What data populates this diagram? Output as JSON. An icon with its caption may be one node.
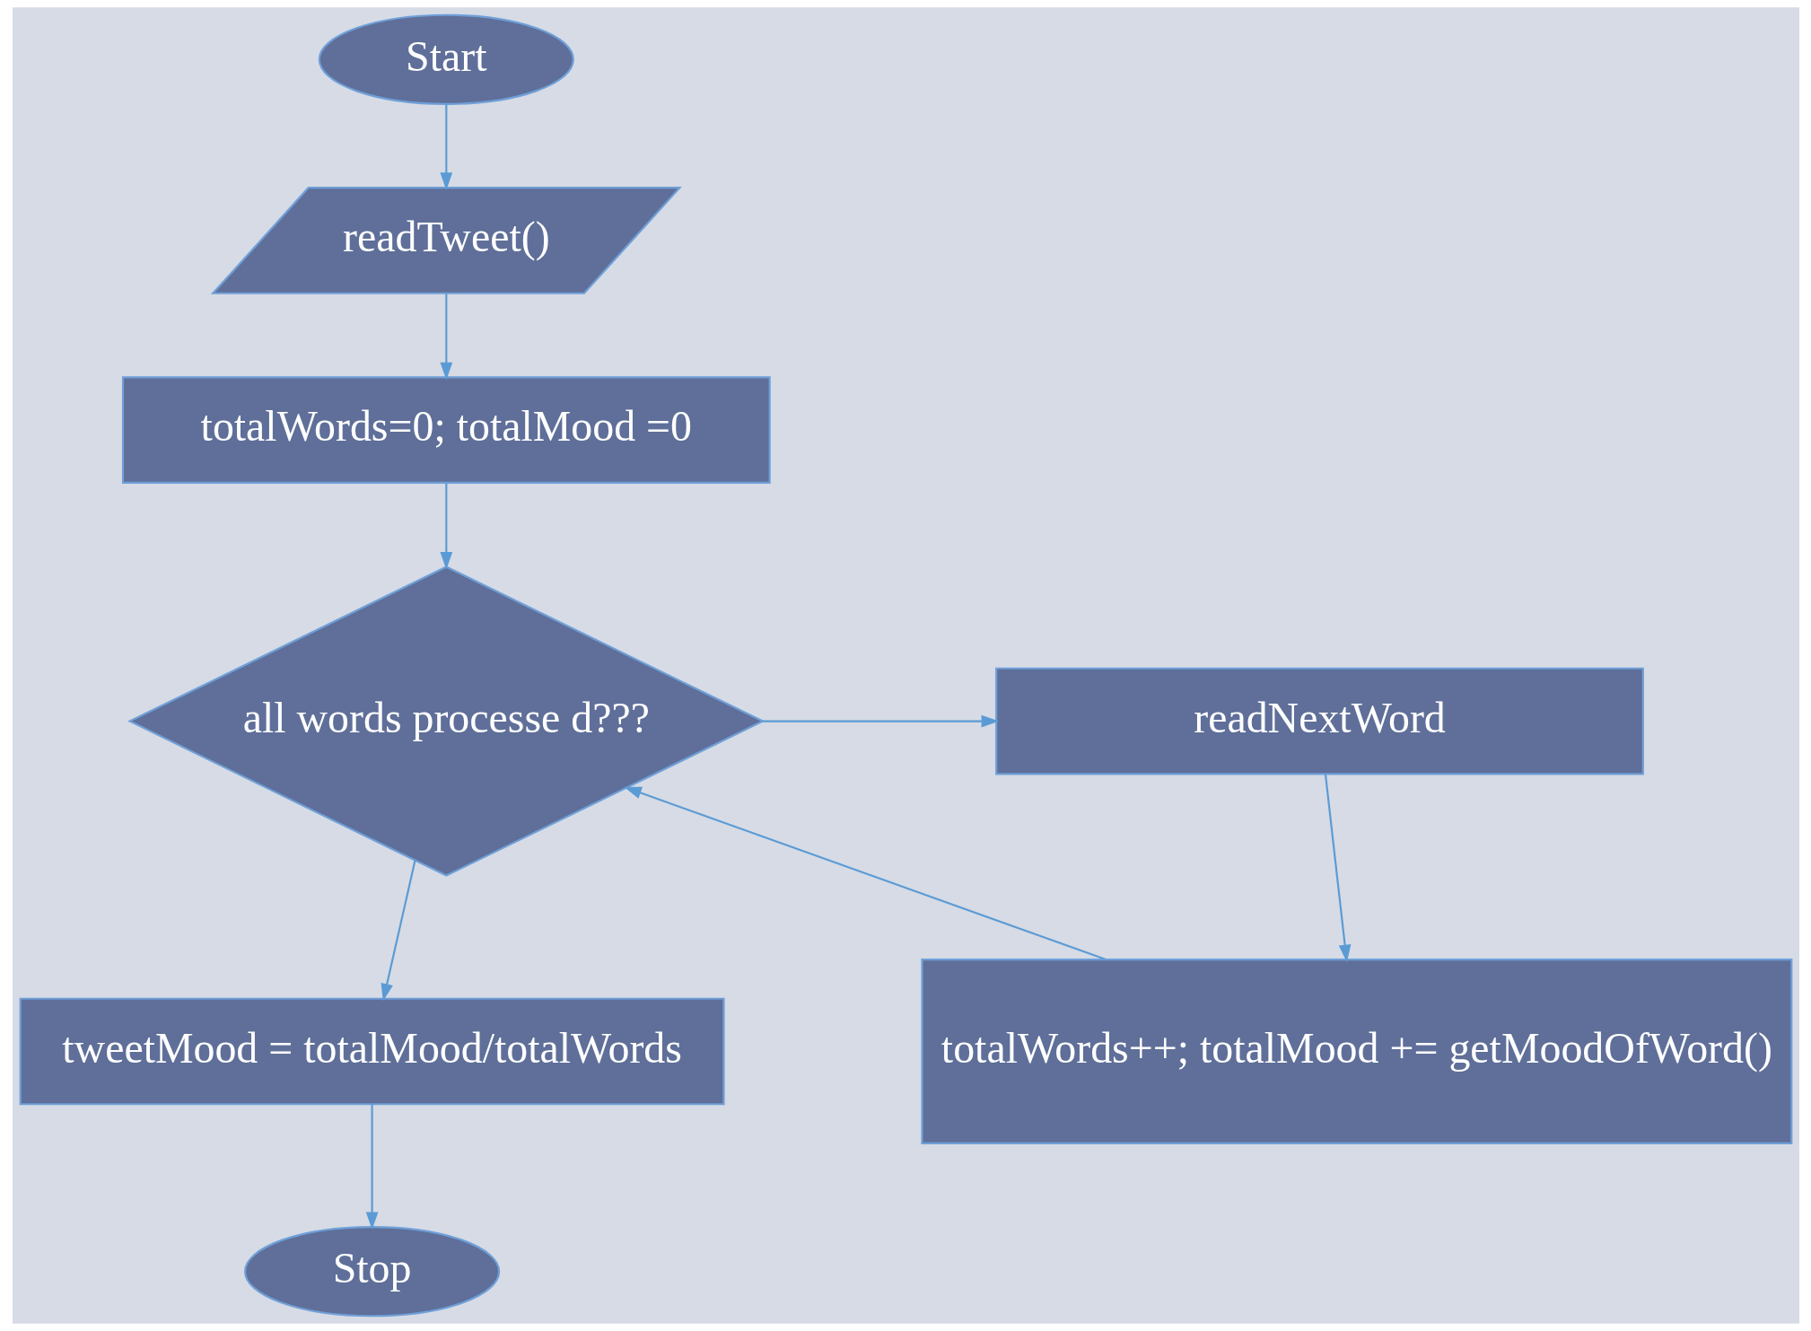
{
  "diagram": {
    "nodes": [
      {
        "text": [
          "Start"
        ]
      },
      {
        "text": [
          "readTweet()"
        ]
      },
      {
        "text": [
          "totalWords=0; totalMood =0"
        ]
      },
      {
        "text": [
          "all words processe d???"
        ]
      },
      {
        "text": [
          "readNextWord"
        ]
      },
      {
        "text": [
          "totalWords++; totalMood += getMoodOfWord()"
        ]
      },
      {
        "text": [
          "tweetMood = totalMood/totalWords"
        ]
      },
      {
        "text": [
          "Stop"
        ]
      }
    ],
    "edges": [
      {
        "from": 0,
        "to": 1,
        "arrow": "to"
      },
      {
        "from": 1,
        "to": 2,
        "arrow": "to"
      },
      {
        "from": 2,
        "to": 3,
        "arrow": "to"
      },
      {
        "from": 3,
        "to": 4,
        "arrow": "to"
      },
      {
        "from": 4,
        "to": 5,
        "arrow": "to"
      },
      {
        "from": 5,
        "to": 3,
        "arrow": "to"
      },
      {
        "from": 3,
        "to": 6,
        "arrow": "to"
      },
      {
        "from": 6,
        "to": 7,
        "arrow": "to"
      }
    ]
  }
}
